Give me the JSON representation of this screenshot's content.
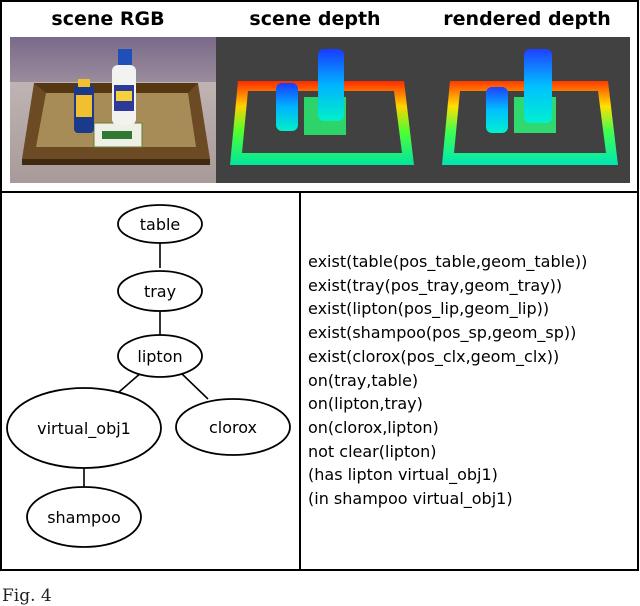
{
  "headers": {
    "scene_rgb": "scene RGB",
    "scene_depth": "scene depth",
    "rendered_depth": "rendered depth"
  },
  "graph": {
    "nodes": {
      "table": "table",
      "tray": "tray",
      "lipton": "lipton",
      "virtual_obj1": "virtual_obj1",
      "clorox": "clorox",
      "shampoo": "shampoo"
    }
  },
  "facts": [
    "exist(table(pos_table,geom_table))",
    "exist(tray(pos_tray,geom_tray))",
    "exist(lipton(pos_lip,geom_lip))",
    "exist(shampoo(pos_sp,geom_sp))",
    "exist(clorox(pos_clx,geom_clx))",
    "on(tray,table)",
    "on(lipton,tray)",
    "on(clorox,lipton)",
    "not clear(lipton)",
    "(has lipton virtual_obj1)",
    "(in shampoo virtual_obj1)"
  ],
  "caption": "Fig. 4"
}
